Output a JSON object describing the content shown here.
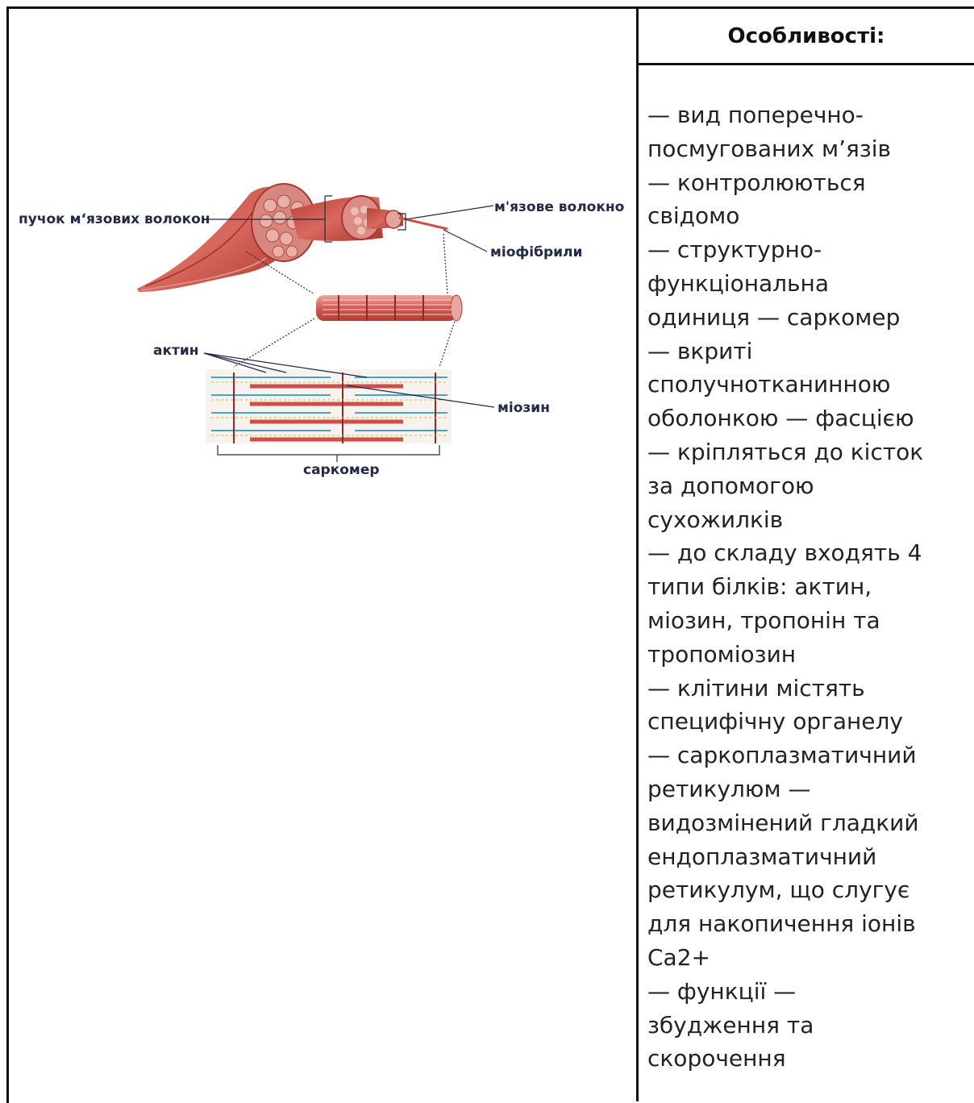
{
  "header": {
    "title": "Особливості:"
  },
  "features_text": "— вид поперечно-\nпосмугованих м’язів\n— контролюються\nсвідомо\n— структурно-\nфункціональна\nодиниця — саркомер\n— вкриті\nсполучнотканинною\nоболонкою — фасцією\n— кріпляться до кісток\nза допомогою\nсухожилків\n— до складу входять 4\nтипи білків: актин,\nміозин, тропонін та\nтропоміозин\n— клітини містять\nспецифічну органелу\n— саркоплазматичний\nретикулюм —\nвидозмінений гладкий\nендоплазматичний\nретикулум, що слугує\nдля накопичення іонів\nCa2+\n— функції —\nзбудження та\nскорочення",
  "diagram": {
    "labels": {
      "bundle": "пучок м‘язових волокон",
      "fiber": "м'язове волокно",
      "myofibrils": "міофібрили",
      "actin": "актин",
      "myosin": "міозин",
      "sarcomere": "саркомер"
    },
    "colors": {
      "muscle": "#c9514a",
      "muscle_light": "#e08a80",
      "actin": "#4aa3c7",
      "label": "#232a46"
    }
  }
}
